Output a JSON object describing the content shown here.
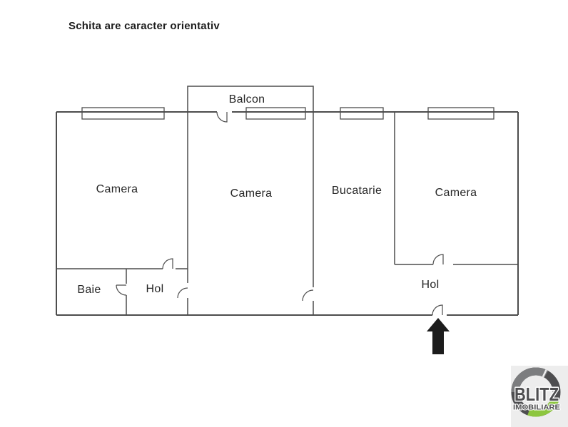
{
  "title": "Schita are caracter orientativ",
  "plan": {
    "rooms": [
      {
        "id": "camera-left",
        "label": "Camera"
      },
      {
        "id": "camera-middle",
        "label": "Camera"
      },
      {
        "id": "bucatarie",
        "label": "Bucatarie"
      },
      {
        "id": "camera-right",
        "label": "Camera"
      },
      {
        "id": "balcon",
        "label": "Balcon"
      },
      {
        "id": "baie",
        "label": "Baie"
      },
      {
        "id": "hol-small",
        "label": "Hol"
      },
      {
        "id": "hol-main",
        "label": "Hol"
      }
    ],
    "entrance_arrow_direction": "up",
    "wall_color": "#4d4d4d"
  },
  "logo": {
    "brand": "BLITZ",
    "subtitle": "IMOBILIARE",
    "ring_color": "#4e4e50",
    "ring_highlight_color": "#7c7d7f",
    "accent_color": "#8dc63f",
    "background": "#ededed"
  }
}
